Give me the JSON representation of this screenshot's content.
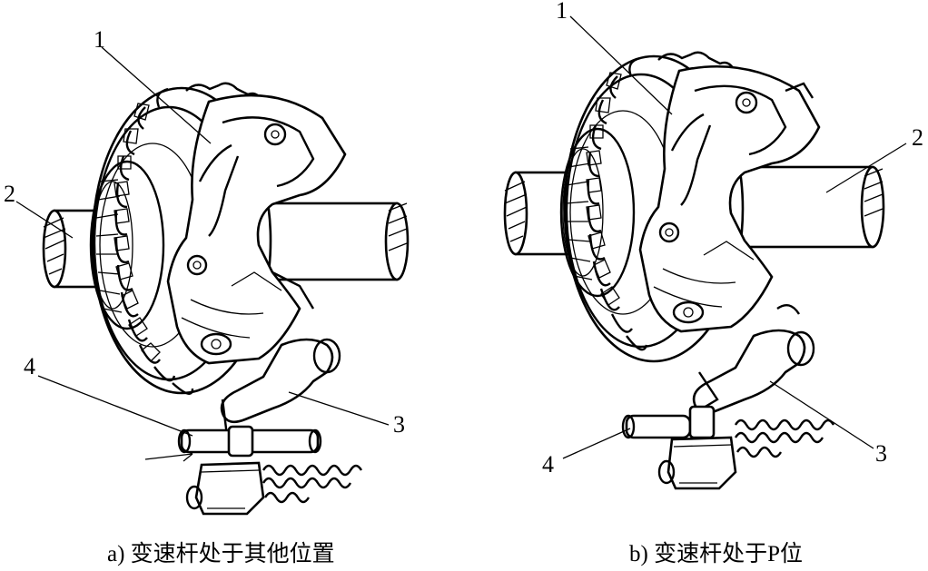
{
  "figure": {
    "left_panel": {
      "caption": "a) 变速杆处于其他位置",
      "labels": [
        "1",
        "2",
        "3",
        "4"
      ]
    },
    "right_panel": {
      "caption": "b) 变速杆处于P位",
      "labels": [
        "1",
        "2",
        "3",
        "4"
      ]
    }
  }
}
